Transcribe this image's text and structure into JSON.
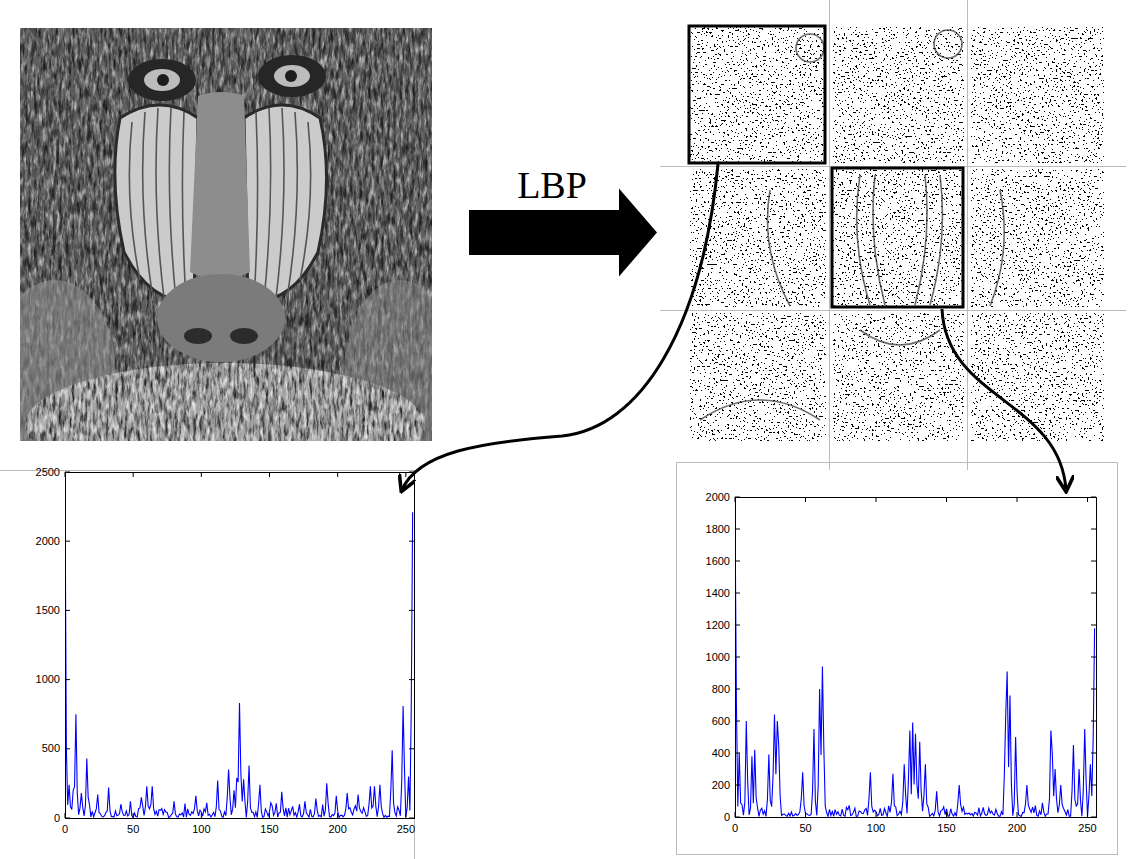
{
  "diagram": {
    "nodes": [
      {
        "text": [
          "LBP"
        ]
      }
    ],
    "labels": [
      "2500",
      "2000",
      "1500",
      "1000",
      "500",
      "0",
      "0",
      "50",
      "100",
      "150",
      "200",
      "250",
      "2000",
      "1800",
      "1600",
      "1400",
      "1200",
      "1000",
      "800",
      "600",
      "400",
      "200",
      "0",
      "0",
      "50",
      "100",
      "150",
      "200",
      "250"
    ]
  }
}
